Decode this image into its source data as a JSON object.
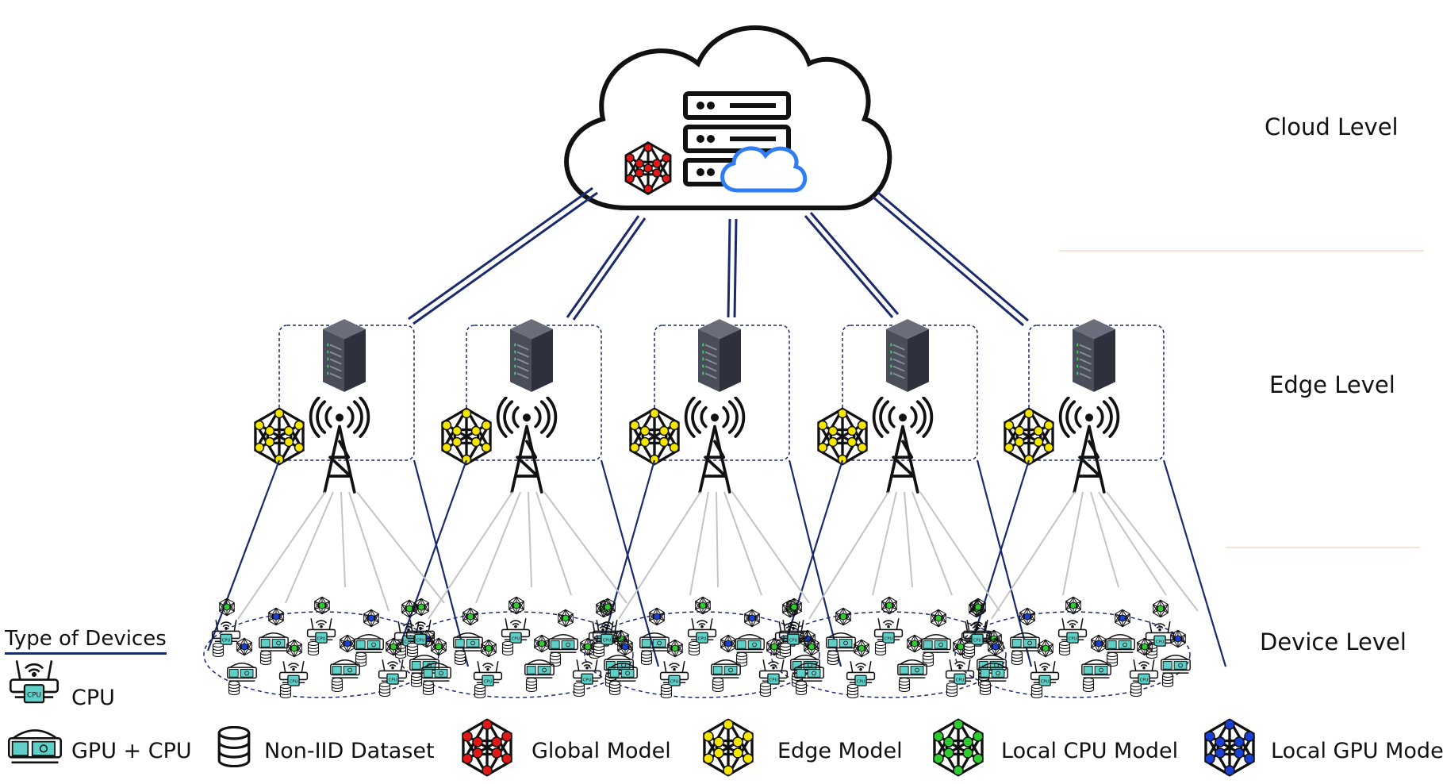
{
  "levels": {
    "cloud": "Cloud Level",
    "edge": "Edge Level",
    "device": "Device Level"
  },
  "legend": {
    "title": "Type of Devices",
    "cpu": "CPU",
    "gpu_cpu": "GPU + CPU",
    "dataset": "Non-IID Dataset",
    "global_model": "Global Model",
    "edge_model": "Edge Model",
    "local_cpu_model": "Local CPU Model",
    "local_gpu_model": "Local GPU Model"
  },
  "chip_label": "CPU",
  "colors": {
    "global_model": "#e01818",
    "edge_model": "#f5e600",
    "local_cpu_model": "#2ecc2e",
    "local_gpu_model": "#1a3fd6",
    "link": "#1a2a6c",
    "wireless": "#bdbdbd",
    "cloud_accent": "#2f7df6",
    "chip": "#5fd0c8",
    "server": "#4a4e5a"
  },
  "icons": [
    "cloud-icon",
    "server-rack-icon",
    "server-tower-icon",
    "cell-tower-icon",
    "router-icon",
    "chip-icon",
    "database-icon",
    "network-model-icon"
  ]
}
